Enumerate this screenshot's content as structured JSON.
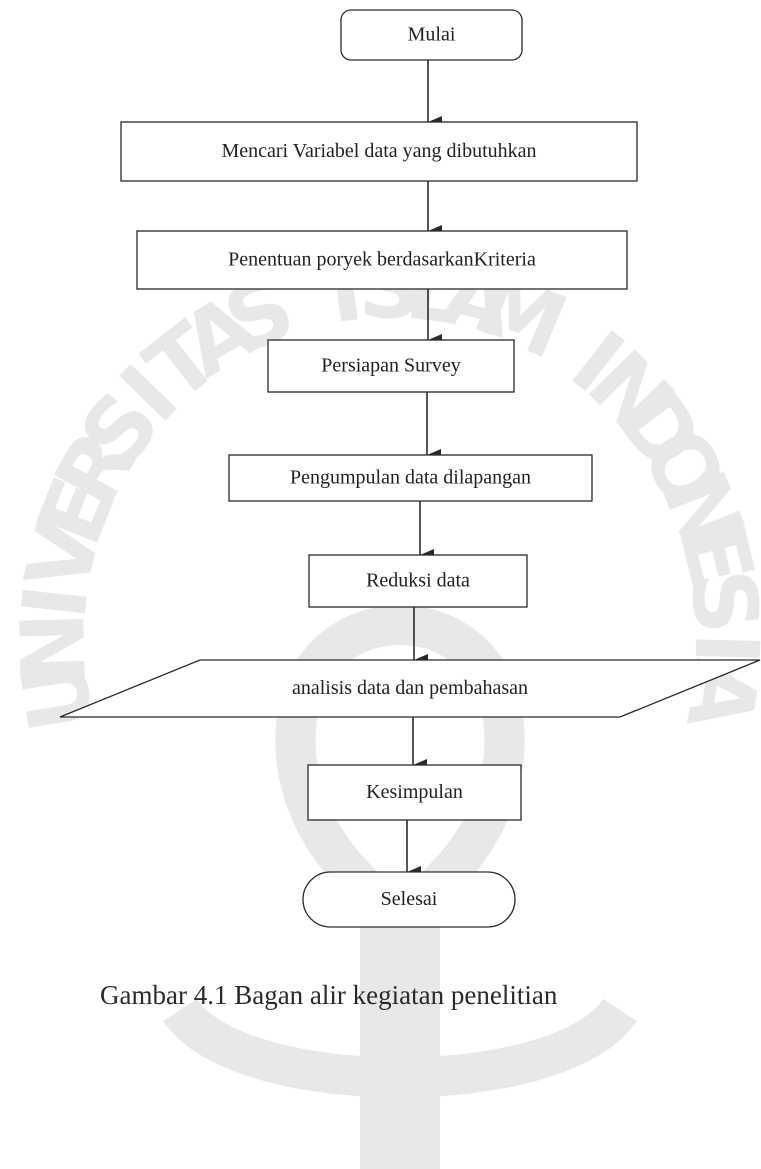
{
  "diagram": {
    "watermark_text": "UNIVERSITAS ISLAM INDONESIA",
    "colors": {
      "line": "#2a2a2a",
      "watermark": "#e8e8e8",
      "fill": "#ffffff"
    },
    "nodes": [
      {
        "id": "start",
        "shape": "terminator",
        "label": "Mulai"
      },
      {
        "id": "step1",
        "shape": "process",
        "label": "Mencari Variabel data yang dibutuhkan"
      },
      {
        "id": "step2",
        "shape": "process",
        "label": "Penentuan poryek berdasarkanKriteria"
      },
      {
        "id": "step3",
        "shape": "process",
        "label": "Persiapan Survey"
      },
      {
        "id": "step4",
        "shape": "process",
        "label": "Pengumpulan data dilapangan"
      },
      {
        "id": "step5",
        "shape": "process",
        "label": "Reduksi data"
      },
      {
        "id": "step6",
        "shape": "data",
        "label": "analisis data dan pembahasan"
      },
      {
        "id": "step7",
        "shape": "process",
        "label": "Kesimpulan"
      },
      {
        "id": "end",
        "shape": "terminator",
        "label": "Selesai"
      }
    ],
    "edges": [
      {
        "from": "start",
        "to": "step1"
      },
      {
        "from": "step1",
        "to": "step2"
      },
      {
        "from": "step2",
        "to": "step3"
      },
      {
        "from": "step3",
        "to": "step4"
      },
      {
        "from": "step4",
        "to": "step5"
      },
      {
        "from": "step5",
        "to": "step6"
      },
      {
        "from": "step6",
        "to": "step7"
      },
      {
        "from": "step7",
        "to": "end"
      }
    ]
  },
  "caption": "Gambar 4.1  Bagan alir kegiatan penelitian"
}
